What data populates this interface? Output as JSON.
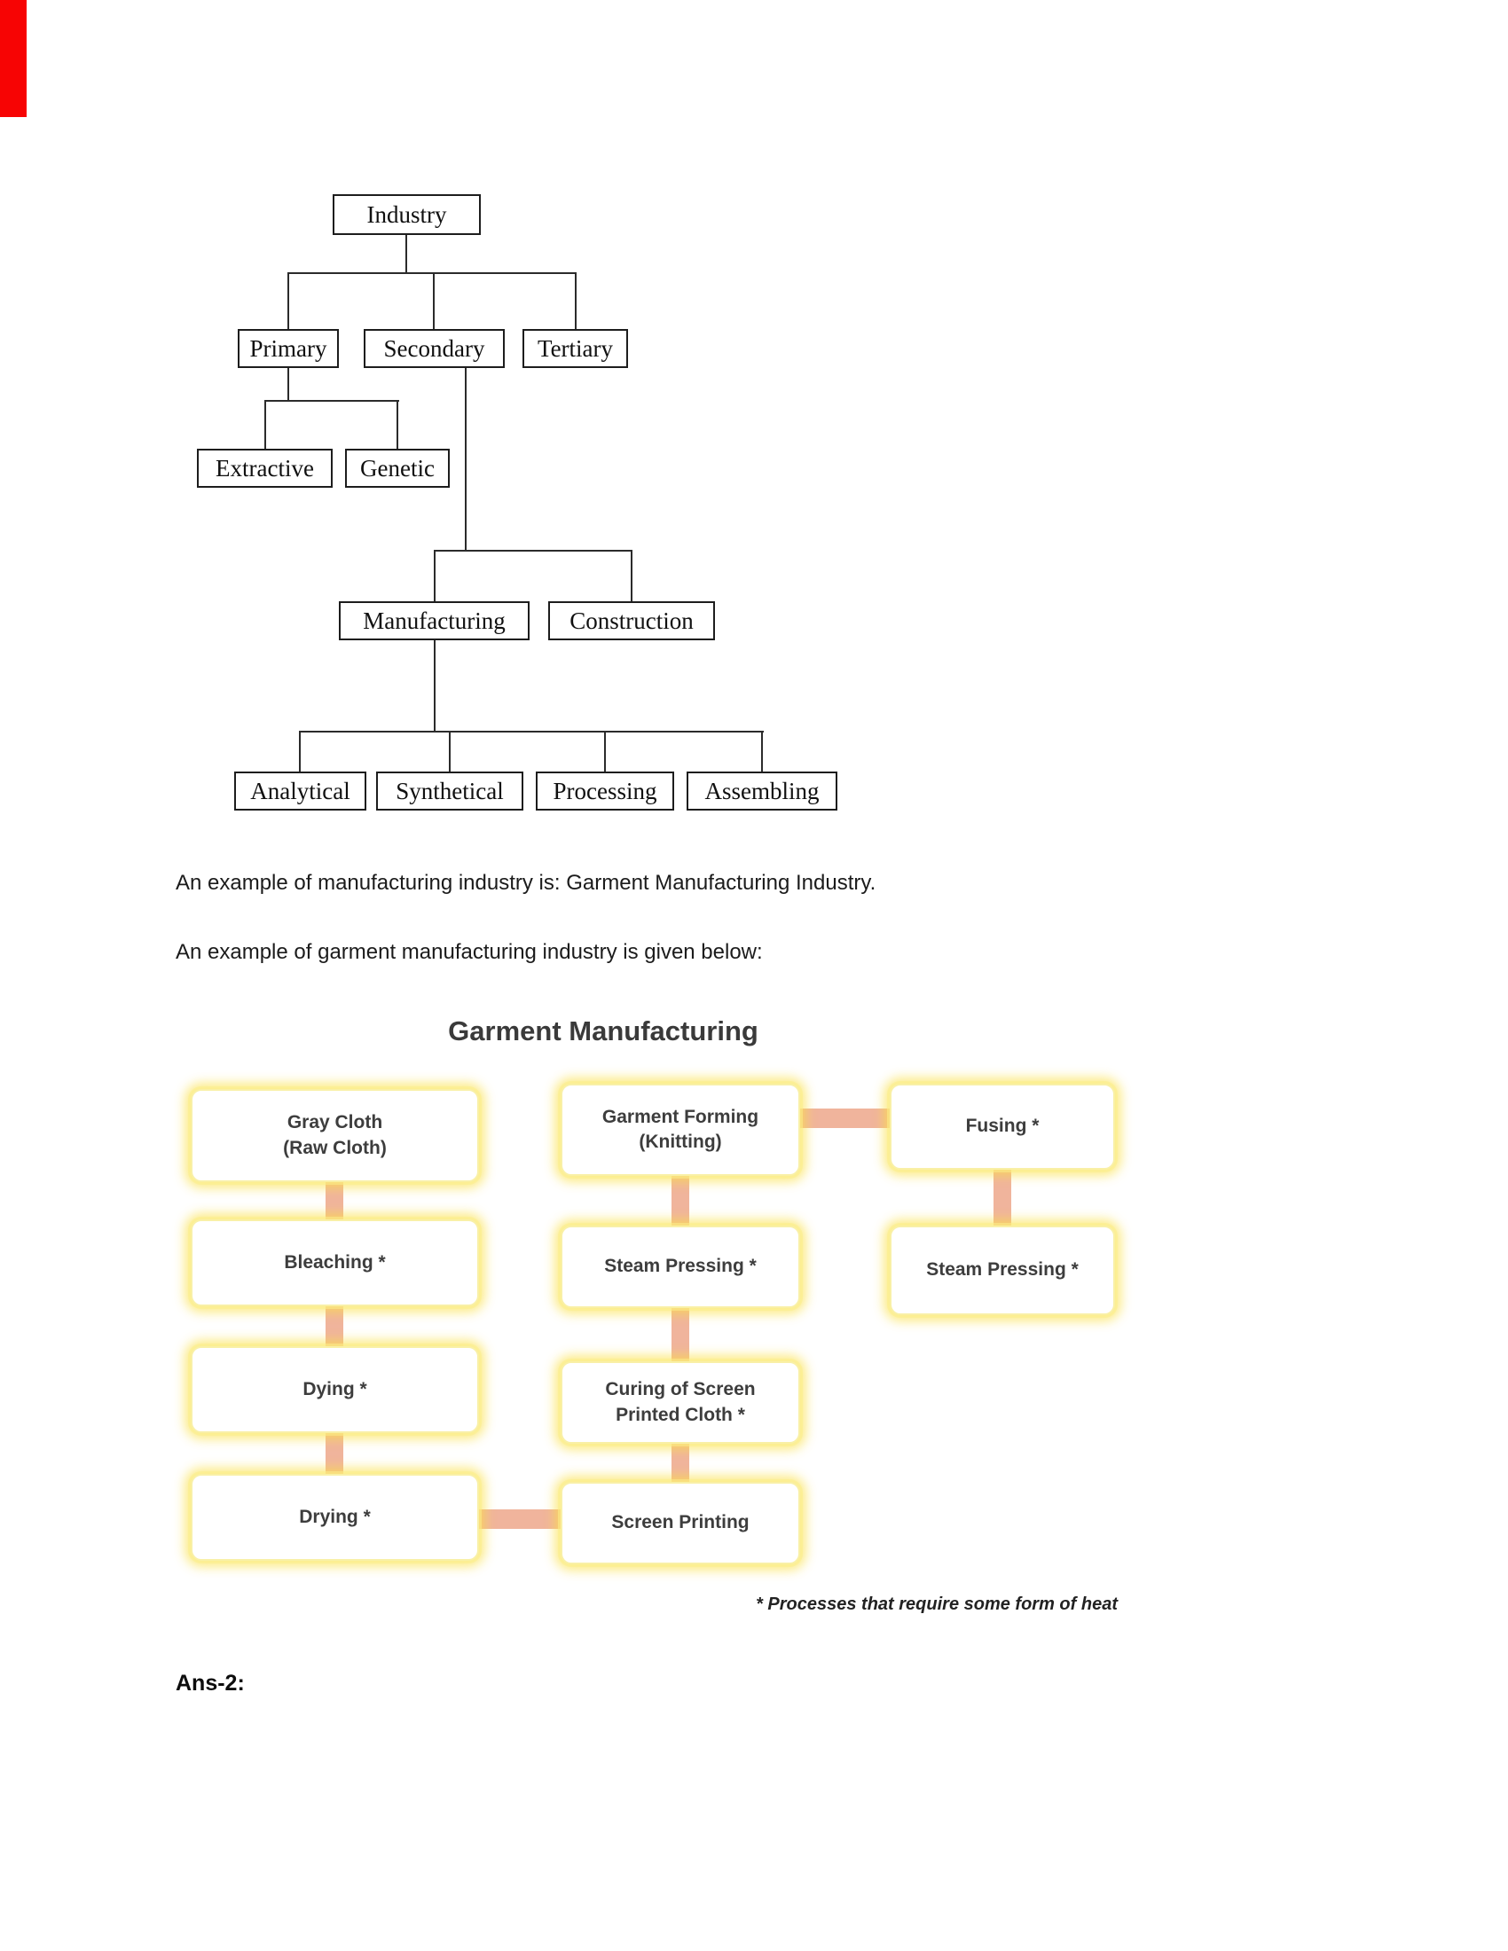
{
  "page": {
    "marker_color": "#f70404",
    "paragraphs": {
      "p1": "An example of manufacturing industry is: Garment Manufacturing Industry.",
      "p2": "An example of garment manufacturing industry is given below:"
    },
    "answer_label": "Ans-2:"
  },
  "tree": {
    "industry": "Industry",
    "primary": "Primary",
    "secondary": "Secondary",
    "tertiary": "Tertiary",
    "extractive": "Extractive",
    "genetic": "Genetic",
    "manufacturing": "Manufacturing",
    "construction": "Construction",
    "analytical": "Analytical",
    "synthetical": "Synthetical",
    "processing": "Processing",
    "assembling": "Assembling"
  },
  "flowchart": {
    "title": "Garment Manufacturing",
    "connector_color": "#f0b49c",
    "glow_color": "#fae146",
    "boxes": {
      "gray_cloth": "Gray Cloth\n(Raw Cloth)",
      "bleaching": "Bleaching *",
      "dying": "Dying *",
      "drying": "Drying *",
      "garment_forming": "Garment Forming\n(Knitting)",
      "steam_pressing_1": "Steam Pressing *",
      "curing": "Curing of Screen\nPrinted Cloth *",
      "screen_printing": "Screen Printing",
      "fusing": "Fusing *",
      "steam_pressing_2": "Steam Pressing *"
    },
    "footnote": "* Processes that require some form of heat"
  }
}
